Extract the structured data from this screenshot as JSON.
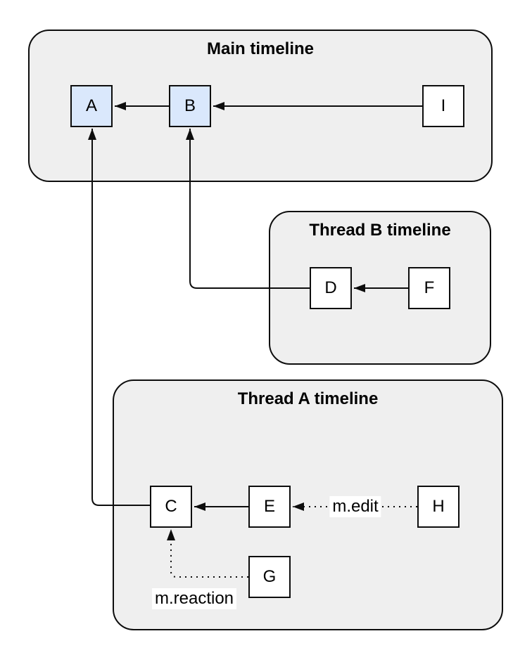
{
  "diagram": {
    "containers": [
      {
        "id": "main-timeline",
        "title": "Main timeline"
      },
      {
        "id": "thread-b-timeline",
        "title": "Thread B timeline"
      },
      {
        "id": "thread-a-timeline",
        "title": "Thread A timeline"
      }
    ],
    "nodes": [
      {
        "id": "A",
        "label": "A",
        "container": "main-timeline",
        "highlighted": true
      },
      {
        "id": "B",
        "label": "B",
        "container": "main-timeline",
        "highlighted": true
      },
      {
        "id": "I",
        "label": "I",
        "container": "main-timeline",
        "highlighted": false
      },
      {
        "id": "D",
        "label": "D",
        "container": "thread-b-timeline",
        "highlighted": false
      },
      {
        "id": "F",
        "label": "F",
        "container": "thread-b-timeline",
        "highlighted": false
      },
      {
        "id": "C",
        "label": "C",
        "container": "thread-a-timeline",
        "highlighted": false
      },
      {
        "id": "E",
        "label": "E",
        "container": "thread-a-timeline",
        "highlighted": false
      },
      {
        "id": "H",
        "label": "H",
        "container": "thread-a-timeline",
        "highlighted": false
      },
      {
        "id": "G",
        "label": "G",
        "container": "thread-a-timeline",
        "highlighted": false
      }
    ],
    "edges": [
      {
        "from": "B",
        "to": "A",
        "style": "solid"
      },
      {
        "from": "I",
        "to": "B",
        "style": "solid"
      },
      {
        "from": "F",
        "to": "D",
        "style": "solid"
      },
      {
        "from": "D",
        "to": "B",
        "style": "solid"
      },
      {
        "from": "E",
        "to": "C",
        "style": "solid"
      },
      {
        "from": "H",
        "to": "E",
        "style": "dotted",
        "label": "m.edit"
      },
      {
        "from": "C",
        "to": "A",
        "style": "solid"
      },
      {
        "from": "G",
        "to": "C",
        "style": "dotted",
        "label": "m.reaction"
      }
    ],
    "colors": {
      "container_fill": "#efefef",
      "container_border": "#0d0d0d",
      "node_fill": "#ffffff",
      "node_highlight_fill": "#dae8fc",
      "node_border": "#0d0d0d",
      "edge": "#0d0d0d",
      "label_background": "#ffffff",
      "page_background": "#ffffff"
    }
  }
}
